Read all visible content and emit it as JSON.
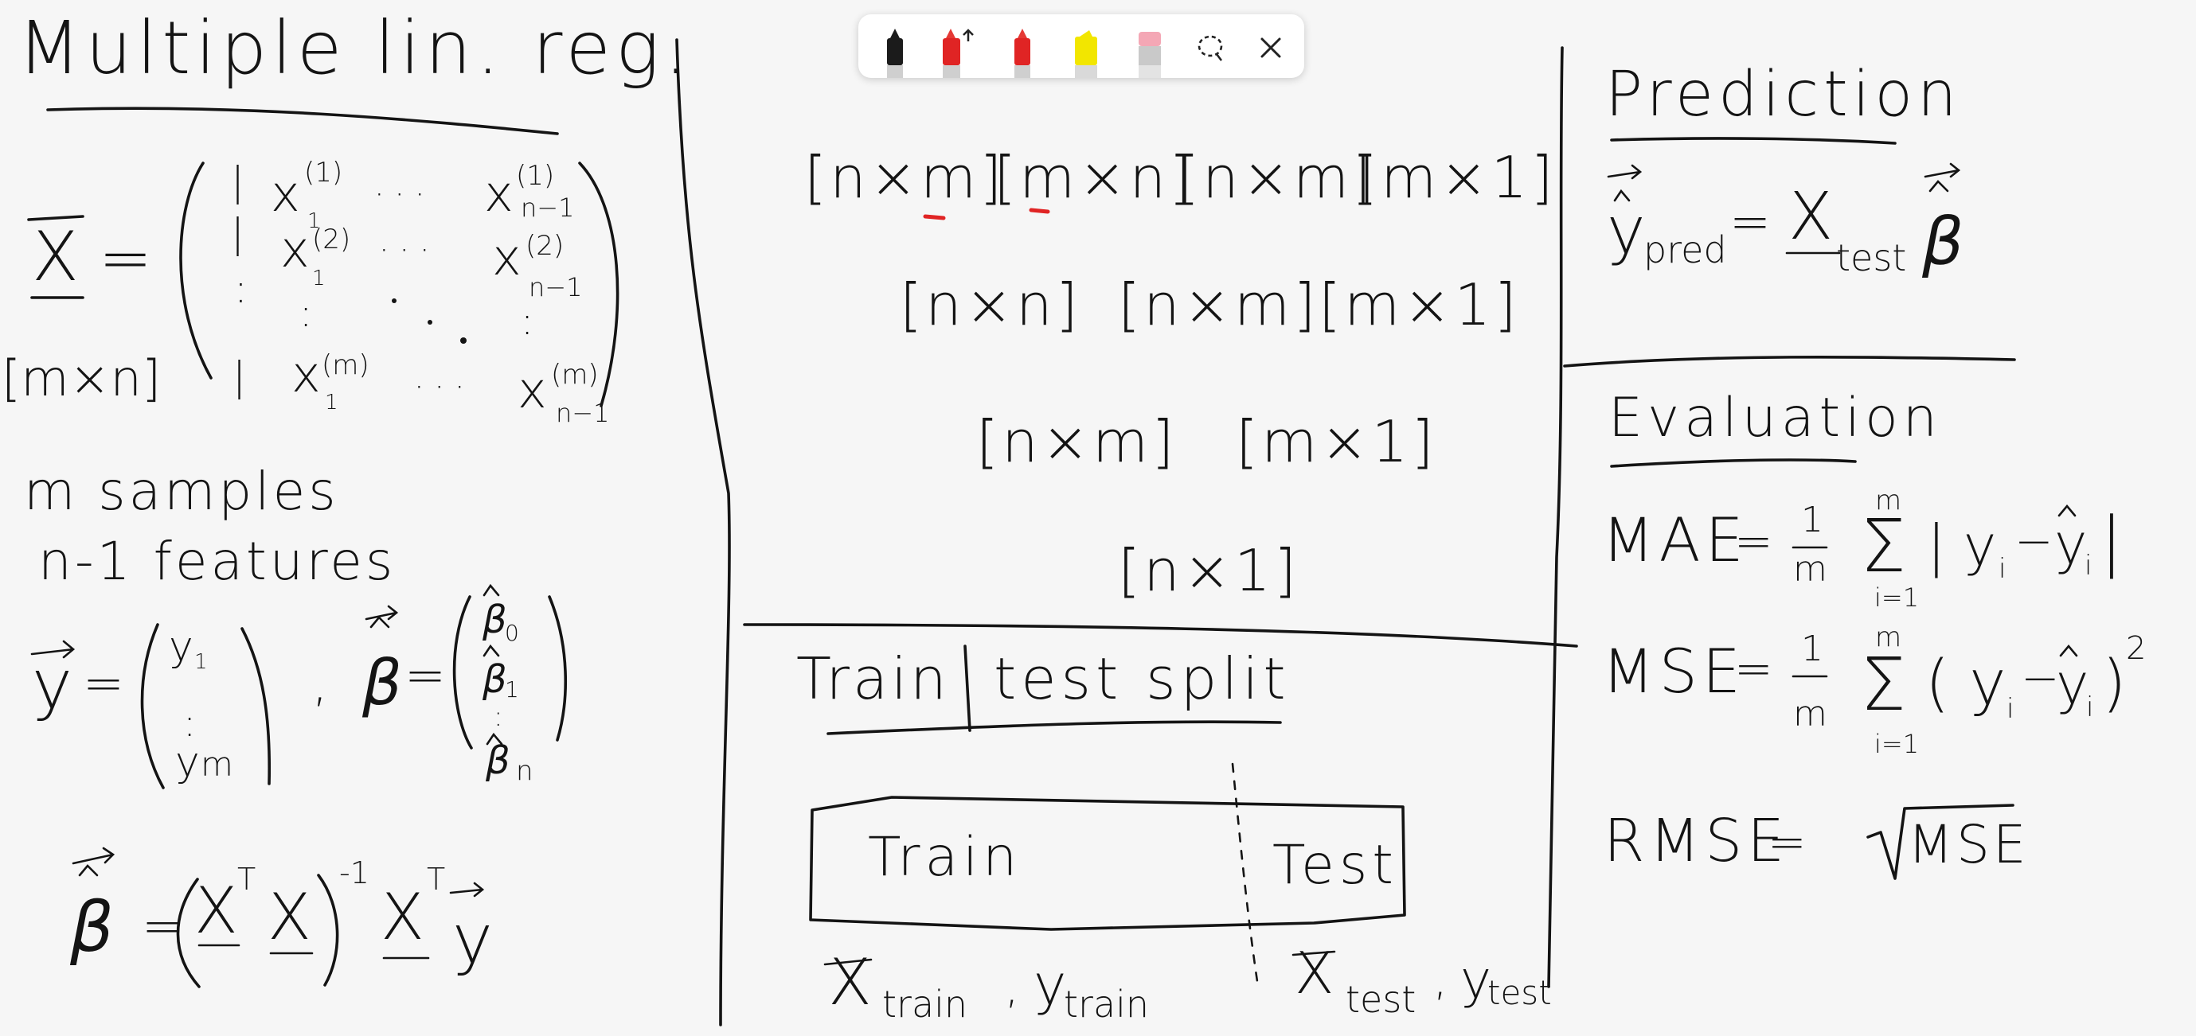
{
  "colors": {
    "background": "#f6f6f6",
    "ink": "#141414",
    "pen_black": "#1b1b1b",
    "pen_red": "#e02424",
    "pen_red2": "#e53935",
    "highlighter": "#f2e600",
    "eraser": "#f4a7b5"
  },
  "toolbar": {
    "tools": [
      {
        "name": "black-pen",
        "icon": "pen-icon"
      },
      {
        "name": "red-pen-up",
        "icon": "pen-icon"
      },
      {
        "name": "red-pen",
        "icon": "pen-icon"
      },
      {
        "name": "highlighter",
        "icon": "highlighter-icon"
      },
      {
        "name": "eraser",
        "icon": "eraser-icon"
      }
    ],
    "lasso_icon": "lasso-icon",
    "close_icon": "close-icon"
  },
  "left": {
    "title": "Multiple lin. reg.",
    "x_bar": "X",
    "equals": "=",
    "dim": "[m×n]",
    "col_one": [
      "|",
      "|",
      ":",
      "|"
    ],
    "m_x1_1": "x",
    "m_x1_1_sup": "(1)",
    "m_x1_1_sub": "1",
    "m_x2_1": "x",
    "m_x2_1_sup": "(2)",
    "m_x2_1_sub": "1",
    "m_xm_1": "x",
    "m_xm_1_sup": "(m)",
    "m_xm_1_sub": "1",
    "m_x1_n": "x",
    "m_x1_n_sup": "(1)",
    "m_x1_n_sub": "n−1",
    "m_x2_n": "x",
    "m_x2_n_sup": "(2)",
    "m_x2_n_sub": "n−1",
    "m_xm_n": "x",
    "m_xm_n_sup": "(m)",
    "m_xm_n_sub": "n−1",
    "dots_row": "· · ·",
    "dots_col": ":",
    "samples": "m samples",
    "features": "n-1 features",
    "y_vec": "y",
    "y1": "y",
    "y1_sub": "1",
    "ym": "y",
    "ym_sub": "m",
    "comma": ",",
    "beta": "β",
    "b0_sub": "0",
    "b1_sub": "1",
    "bn_sub": "n",
    "ols_beta": "β",
    "ols_eq": "=",
    "ols_xt": "X",
    "ols_t": "T",
    "ols_x": "X",
    "ols_inv": "-1",
    "ols_xt2": "X",
    "ols_t2": "T",
    "ols_y": "y"
  },
  "middle": {
    "dims_row1": [
      "[n×m]",
      "[m×n]",
      "[n×m]",
      "[m×1]"
    ],
    "dims_row2": [
      "[n×n]",
      "[n×m]",
      "[m×1]"
    ],
    "dims_row3": [
      "[n×m]",
      "[m×1]"
    ],
    "dims_row4": [
      "[n×1]"
    ],
    "split_title_a": "Train",
    "split_title_b": "test split",
    "train_label": "Train",
    "test_label": "Test",
    "x_train": "X",
    "x_train_sub": "train",
    "y_train": "y",
    "y_train_sub": "train",
    "x_test": "X",
    "x_test_sub": "test",
    "y_test": "y",
    "y_test_sub": "test",
    "comma": ","
  },
  "right": {
    "prediction_title": "Prediction",
    "pred_y": "y",
    "pred_sub": "pred",
    "pred_eq": "=",
    "pred_x": "X",
    "pred_x_sub": "test",
    "pred_beta": "β",
    "evaluation_title": "Evaluation",
    "mae_label": "MAE",
    "mae_eq": "=",
    "one": "1",
    "m": "m",
    "sum_top": "m",
    "sum_bottom": "i=1",
    "sigma": "Σ",
    "mae_body": "| y",
    "mae_body_sub": "i",
    "mae_minus": "−",
    "mae_yhat": "y",
    "mae_yhat_sub": "i",
    "mae_close": "|",
    "mse_label": "MSE",
    "mse_eq": "=",
    "mse_body": "( y",
    "mse_body_sub": "i",
    "mse_minus": "−",
    "mse_yhat": "y",
    "mse_yhat_sub": "i",
    "mse_close": ")",
    "mse_sq": "2",
    "rmse_label": "RMSE",
    "rmse_eq": "=",
    "rmse_arg": "MSE"
  }
}
